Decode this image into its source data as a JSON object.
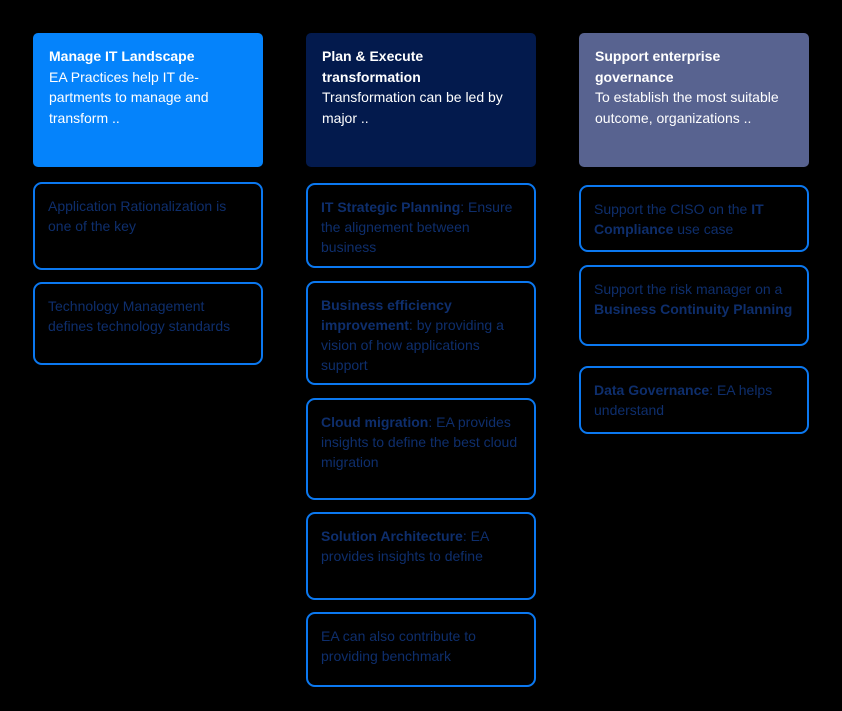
{
  "page": {
    "background": "#000000",
    "card_border_color": "#0b78f0",
    "card_text_color": "#0e2e6c"
  },
  "columns": [
    {
      "name": "Manage IT Landscape",
      "header": {
        "title": "Manage IT Landscape",
        "body": "EA Practices help IT de-partments to manage and transform ..",
        "bg": "#0583fb",
        "text_color": "#ffffff"
      },
      "cards": [
        {
          "segments": [
            {
              "text": "Application Rationalization is one of the key",
              "bold": false
            }
          ]
        },
        {
          "segments": [
            {
              "text": "Technology Management defines technology standards",
              "bold": false
            }
          ]
        }
      ]
    },
    {
      "name": "Plan & Execute transformation",
      "header": {
        "title": "Plan & Execute transformation",
        "body": "Transformation can be led by major ..",
        "bg": "#031a4d",
        "text_color": "#ffffff"
      },
      "cards": [
        {
          "segments": [
            {
              "text": "IT Strategic Planning",
              "bold": true
            },
            {
              "text": ": Ensure the alignement between business",
              "bold": false
            }
          ]
        },
        {
          "segments": [
            {
              "text": "Business efficiency improvement",
              "bold": true
            },
            {
              "text": ": by providing a vision of how applications support",
              "bold": false
            }
          ]
        },
        {
          "segments": [
            {
              "text": "Cloud migration",
              "bold": true
            },
            {
              "text": ": EA provides insights to define the best cloud migration",
              "bold": false
            }
          ]
        },
        {
          "segments": [
            {
              "text": "Solution Architecture",
              "bold": true
            },
            {
              "text": ": EA provides insights to define",
              "bold": false
            }
          ]
        },
        {
          "segments": [
            {
              "text": "EA can also contribute to providing benchmark",
              "bold": false
            }
          ]
        }
      ]
    },
    {
      "name": "Support enterprise governance",
      "header": {
        "title": "Support enterprise governance",
        "body": "To establish the most suitable outcome, organizations ..",
        "bg": "#586390",
        "text_color": "#ffffff"
      },
      "cards": [
        {
          "segments": [
            {
              "text": "Support the CISO on the ",
              "bold": false
            },
            {
              "text": "IT Compliance",
              "bold": true
            },
            {
              "text": " use case",
              "bold": false
            }
          ]
        },
        {
          "segments": [
            {
              "text": "Support the risk manager on a ",
              "bold": false
            },
            {
              "text": "Business Continuity Planning",
              "bold": true
            }
          ]
        },
        {
          "segments": [
            {
              "text": "Data Governance",
              "bold": true
            },
            {
              "text": ": EA helps understand",
              "bold": false
            }
          ]
        }
      ]
    }
  ]
}
